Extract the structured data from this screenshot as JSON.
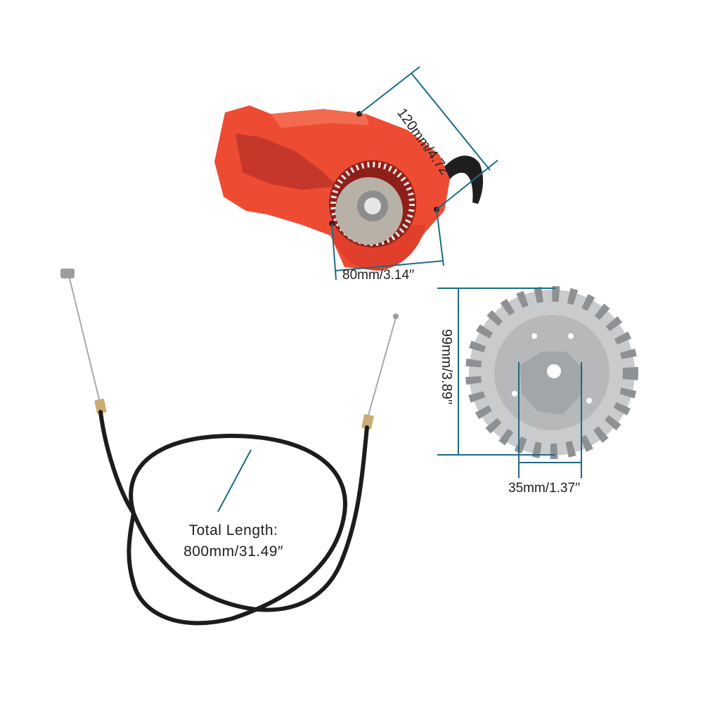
{
  "image": {
    "subjects": [
      "pull-start-recoil-starter",
      "flywheel",
      "throttle-cable"
    ],
    "colors": {
      "background": "#ffffff",
      "starter_housing": "#ee4b33",
      "starter_shadow": "#c5372a",
      "flywheel_metal": "#b9bbbd",
      "cable": "#1c1c1c",
      "dimension_line": "#1b6b86",
      "text": "#1f1f1f"
    }
  },
  "dimensions": {
    "starter_width": "120mm/4.72′′",
    "starter_mount": "80mm/3.14′′",
    "flywheel_diameter": "99mm/3.89′′",
    "flywheel_hub": "35mm/1.37′′"
  },
  "cable": {
    "label_line1": "Total Length:",
    "label_line2": "800mm/31.49″"
  }
}
